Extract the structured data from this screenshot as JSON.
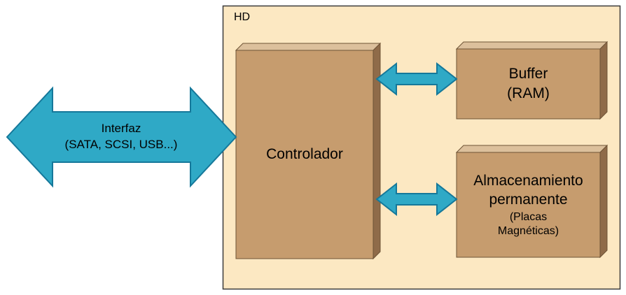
{
  "diagram": {
    "hd": {
      "label": "HD"
    },
    "interfaz": {
      "label": "Interfaz\n(SATA, SCSI, USB...)"
    },
    "controlador": {
      "label": "Controlador"
    },
    "buffer": {
      "label": "Buffer\n(RAM)"
    },
    "almacenamiento": {
      "title": "Almacenamiento\npermanente",
      "subtitle": "(Placas\nMagnéticas)"
    }
  },
  "colors": {
    "container_fill": "#FCE8C2",
    "box_front": "#C69C6E",
    "box_top": "#DCC09C",
    "box_side": "#8F6B49",
    "arrow_fill": "#2FA9C6",
    "arrow_stroke": "#15789A",
    "border": "#3B3B3B",
    "text": "#000000"
  }
}
